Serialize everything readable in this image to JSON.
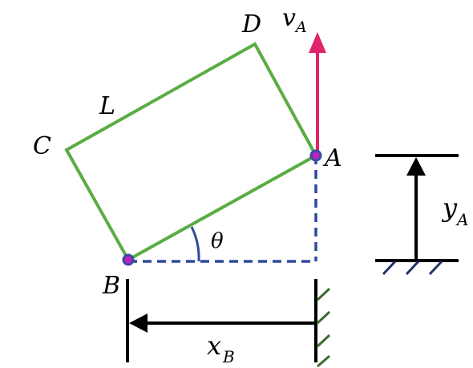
{
  "labels": {
    "point_a": "A",
    "point_b": "B",
    "point_c": "C",
    "point_d": "D",
    "length": "L",
    "angle": "θ",
    "velocity_main": "v",
    "velocity_sub": "A",
    "y_main": "y",
    "y_sub": "A",
    "x_main": "x",
    "x_sub": "B"
  },
  "colors": {
    "rectangle": "#5aad43",
    "velocity_arrow": "#e0246b",
    "dashed_lines": "#2f4a9e",
    "angle_arc": "#2f4a9e",
    "pin_fill": "#c020c0",
    "pin_stroke": "#3a4aa6",
    "dimension_lines": "#000000",
    "ground_hatch": "#1f3266",
    "wall_hatch": "#3e6b2f"
  }
}
